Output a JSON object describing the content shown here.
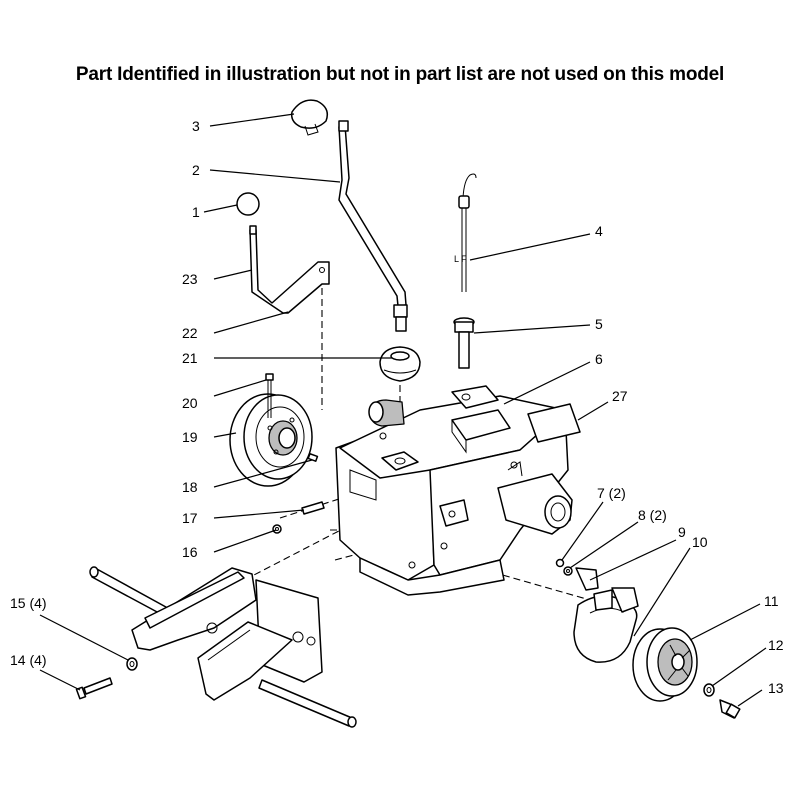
{
  "header": {
    "title": "Part Identified in illustration but not in part list are not used on this model"
  },
  "callouts": [
    {
      "id": "1",
      "text": "1"
    },
    {
      "id": "2",
      "text": "2"
    },
    {
      "id": "3",
      "text": "3"
    },
    {
      "id": "4",
      "text": "4"
    },
    {
      "id": "5",
      "text": "5"
    },
    {
      "id": "6",
      "text": "6"
    },
    {
      "id": "7",
      "text": "7 (2)"
    },
    {
      "id": "8",
      "text": "8 (2)"
    },
    {
      "id": "9",
      "text": "9"
    },
    {
      "id": "10",
      "text": "10"
    },
    {
      "id": "11",
      "text": "11"
    },
    {
      "id": "12",
      "text": "12"
    },
    {
      "id": "13",
      "text": "13"
    },
    {
      "id": "14",
      "text": "14 (4)"
    },
    {
      "id": "15",
      "text": "15 (4)"
    },
    {
      "id": "16",
      "text": "16"
    },
    {
      "id": "17",
      "text": "17"
    },
    {
      "id": "18",
      "text": "18"
    },
    {
      "id": "19",
      "text": "19"
    },
    {
      "id": "20",
      "text": "20"
    },
    {
      "id": "21",
      "text": "21"
    },
    {
      "id": "22",
      "text": "22"
    },
    {
      "id": "23",
      "text": "23"
    },
    {
      "id": "27",
      "text": "27"
    }
  ],
  "decal_letters": "L F"
}
